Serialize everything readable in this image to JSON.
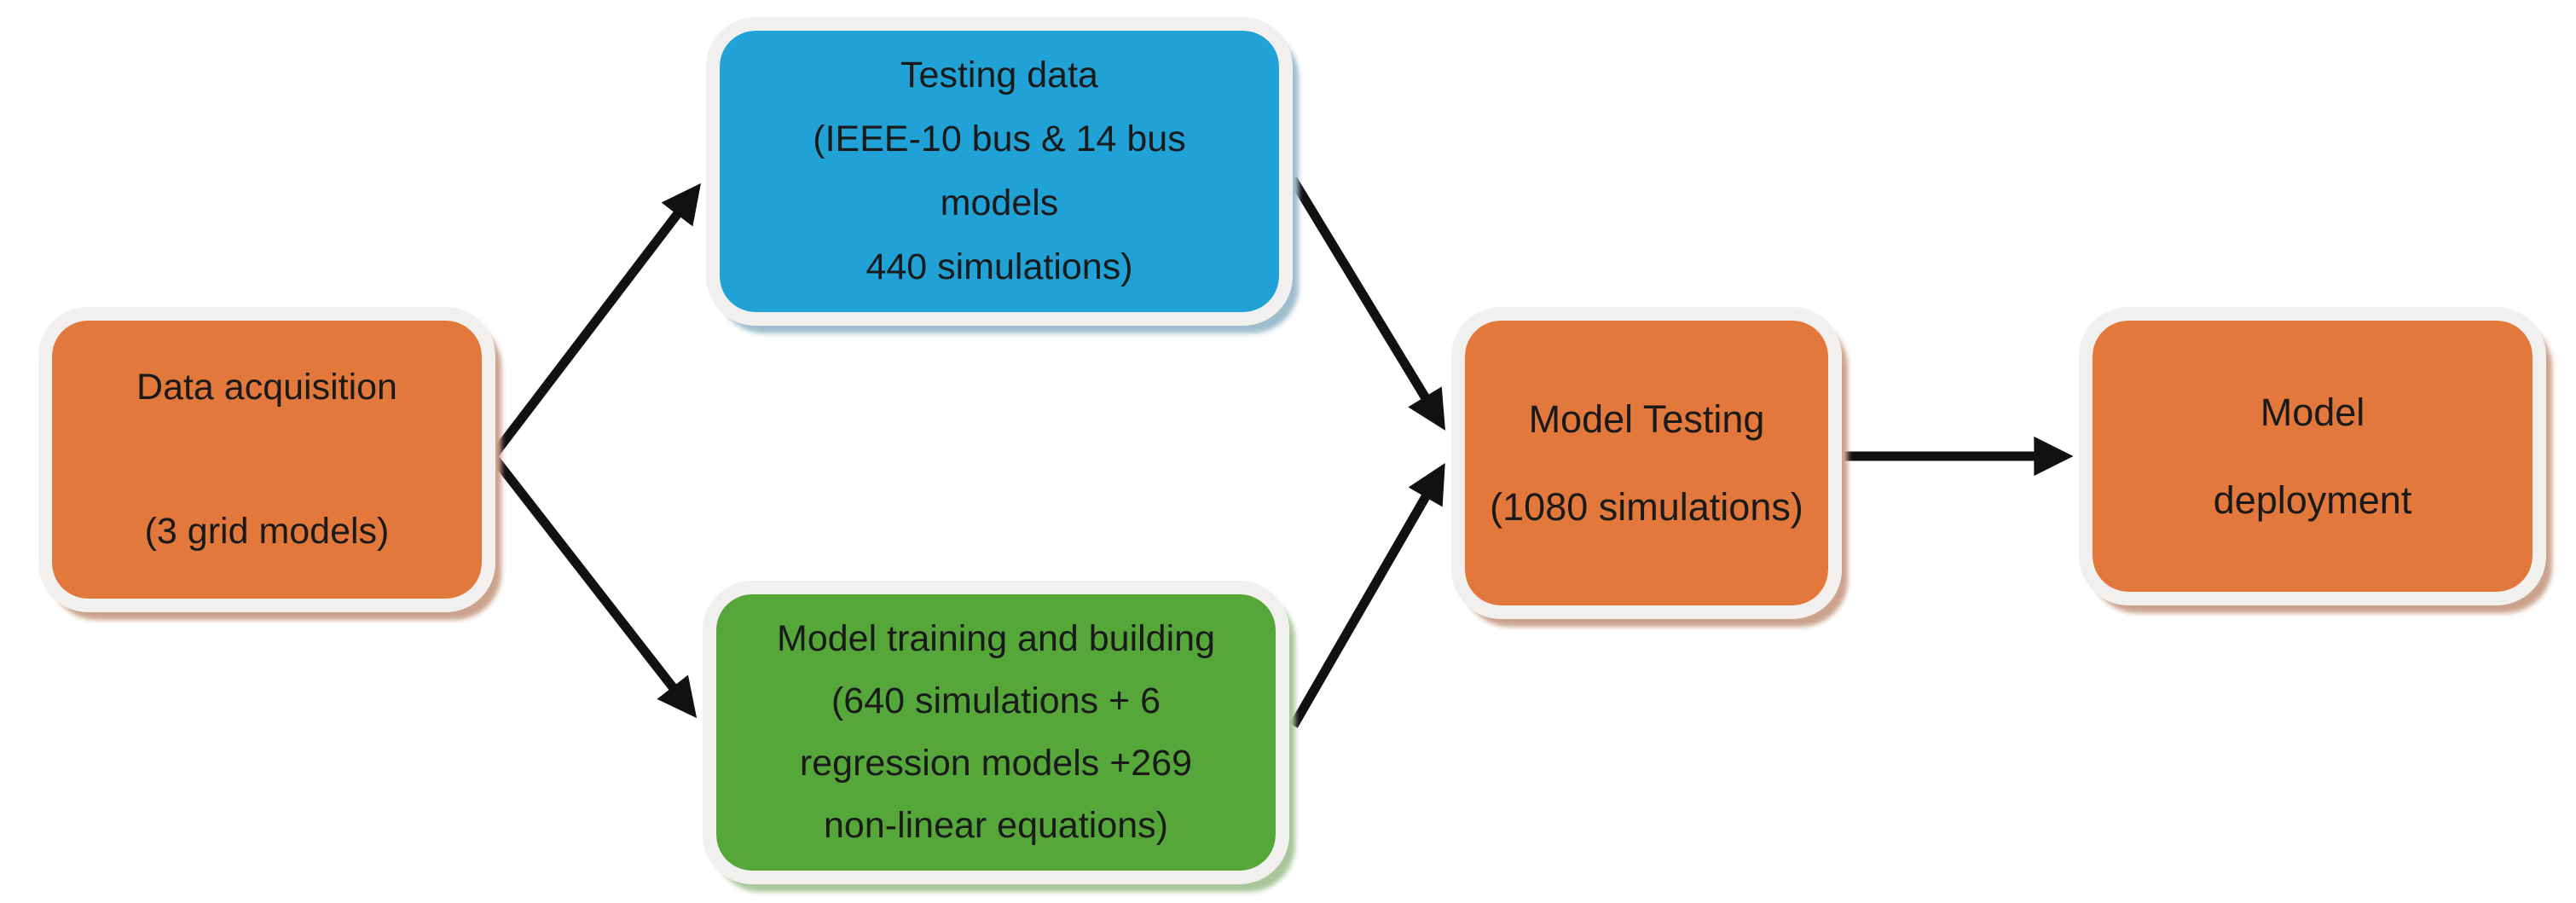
{
  "figure": {
    "type": "flowchart",
    "background": "#ffffff",
    "arrow_color": "#111111",
    "node_outline_color": "#f1f0ee"
  },
  "nodes": [
    {
      "id": "data-acquisition",
      "lines": [
        "Data acquisition",
        "(3 grid models)"
      ],
      "fill": "#e2783c",
      "shadow": "#cba38c"
    },
    {
      "id": "testing-data",
      "lines": [
        "Testing data",
        "(IEEE-10 bus & 14 bus",
        "models",
        "440 simulations)"
      ],
      "fill": "#21a2d6",
      "shadow": "#9fbecd"
    },
    {
      "id": "model-training",
      "lines": [
        "Model training and building",
        "(640 simulations + 6",
        "regression models +269",
        "non-linear equations)"
      ],
      "fill": "#56a73a",
      "shadow": "#a8c79b"
    },
    {
      "id": "model-testing",
      "lines": [
        "Model Testing",
        "(1080 simulations)"
      ],
      "fill": "#e2783c",
      "shadow": "#cba38c"
    },
    {
      "id": "model-deployment",
      "lines": [
        "Model",
        "deployment"
      ],
      "fill": "#e2783c",
      "shadow": "#cba38c"
    }
  ],
  "edges": [
    {
      "from": "data-acquisition",
      "to": "testing-data"
    },
    {
      "from": "data-acquisition",
      "to": "model-training"
    },
    {
      "from": "testing-data",
      "to": "model-testing"
    },
    {
      "from": "model-training",
      "to": "model-testing"
    },
    {
      "from": "model-testing",
      "to": "model-deployment"
    }
  ]
}
